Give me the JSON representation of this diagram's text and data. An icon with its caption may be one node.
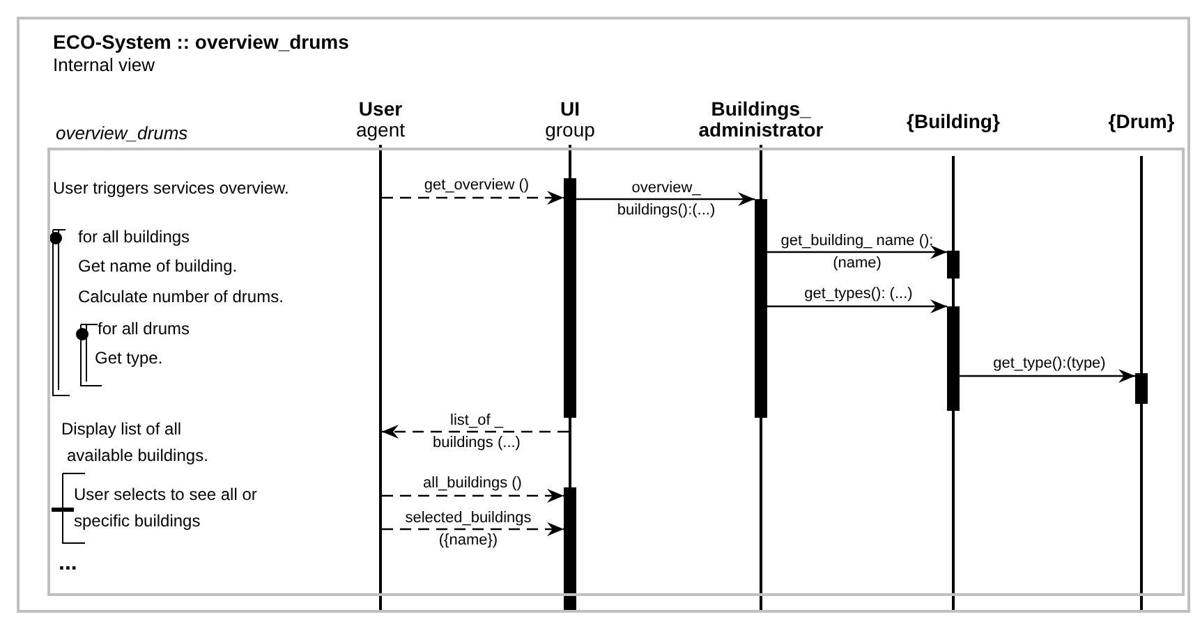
{
  "diagram": {
    "title": "ECO-System :: overview_drums",
    "nodes": [
      {
        "text": [
          "User",
          "agent"
        ]
      },
      {
        "text": [
          "UI",
          "group"
        ]
      },
      {
        "text": [
          "Buildings_ administrator"
        ]
      },
      {
        "text": [
          "{Building}"
        ]
      },
      {
        "text": [
          "{Drum}"
        ]
      }
    ],
    "edges": [
      {
        "from": 0,
        "to": 1,
        "arrow": "to",
        "label": "get_overview ()",
        "style": "dashed"
      },
      {
        "from": 1,
        "to": 2,
        "arrow": "to",
        "label": "overview_ buildings():(...)"
      },
      {
        "from": 2,
        "to": 3,
        "arrow": "to",
        "label": "get_building_ name (): (name)"
      },
      {
        "from": 2,
        "to": 3,
        "arrow": "to",
        "label": "get_types(): (...)"
      },
      {
        "from": 3,
        "to": 4,
        "arrow": "to",
        "label": "get_type():(type)"
      },
      {
        "from": 1,
        "to": 0,
        "arrow": "to",
        "label": "list_of _ buildings (...)",
        "style": "dashed"
      },
      {
        "from": 0,
        "to": 1,
        "arrow": "to",
        "label": "all_buildings ()",
        "style": "dashed"
      },
      {
        "from": 0,
        "to": 1,
        "arrow": "to",
        "label": "selected_buildings ({name})",
        "style": "dashed"
      }
    ],
    "labels": [
      "Internal view",
      "overview_drums",
      "User triggers services overview.",
      "for all buildings",
      "Get name of building.",
      "Calculate number of drums.",
      "for all drums",
      "Get type.",
      "Display list of all available buildings.",
      "User selects to see all or specific buildings",
      "..."
    ]
  }
}
